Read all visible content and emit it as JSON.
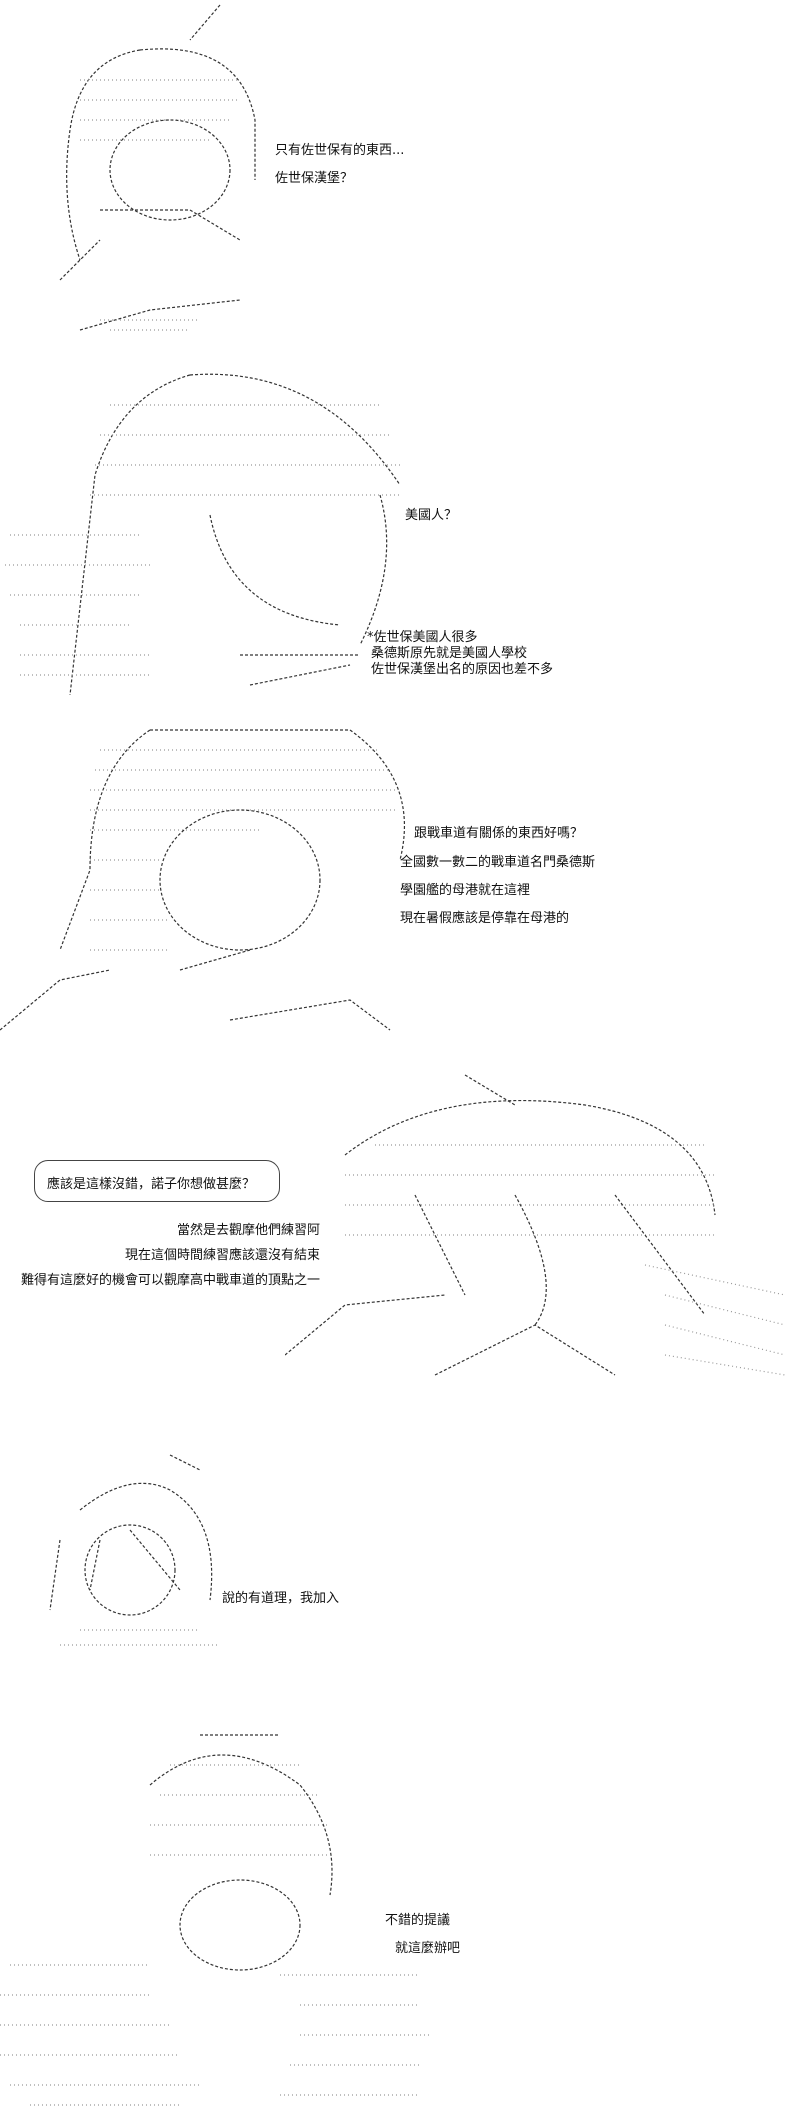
{
  "panels": [
    {
      "lines": [
        "只有佐世保有的東西...",
        "佐世保漢堡？"
      ]
    },
    {
      "lines": [
        "美國人？"
      ],
      "note": [
        "*佐世保美國人很多",
        "桑德斯原先就是美國人學校",
        "佐世保漢堡出名的原因也差不多"
      ]
    },
    {
      "lines": [
        "跟戰車道有關係的東西好嗎？",
        "全國數一數二的戰車道名門桑德斯",
        "學園艦的母港就在這裡",
        "現在暑假應該是停靠在母港的"
      ]
    },
    {
      "bubble": "應該是這樣沒錯，諾子你想做甚麼？",
      "lines": [
        "當然是去觀摩他們練習阿",
        "現在這個時間練習應該還沒有結束",
        "難得有這麼好的機會可以觀摩高中戰車道的頂點之一"
      ]
    },
    {
      "lines": [
        "說的有道理，我加入"
      ]
    },
    {
      "lines": [
        "不錯的提議",
        "就這麼辦吧"
      ]
    }
  ]
}
